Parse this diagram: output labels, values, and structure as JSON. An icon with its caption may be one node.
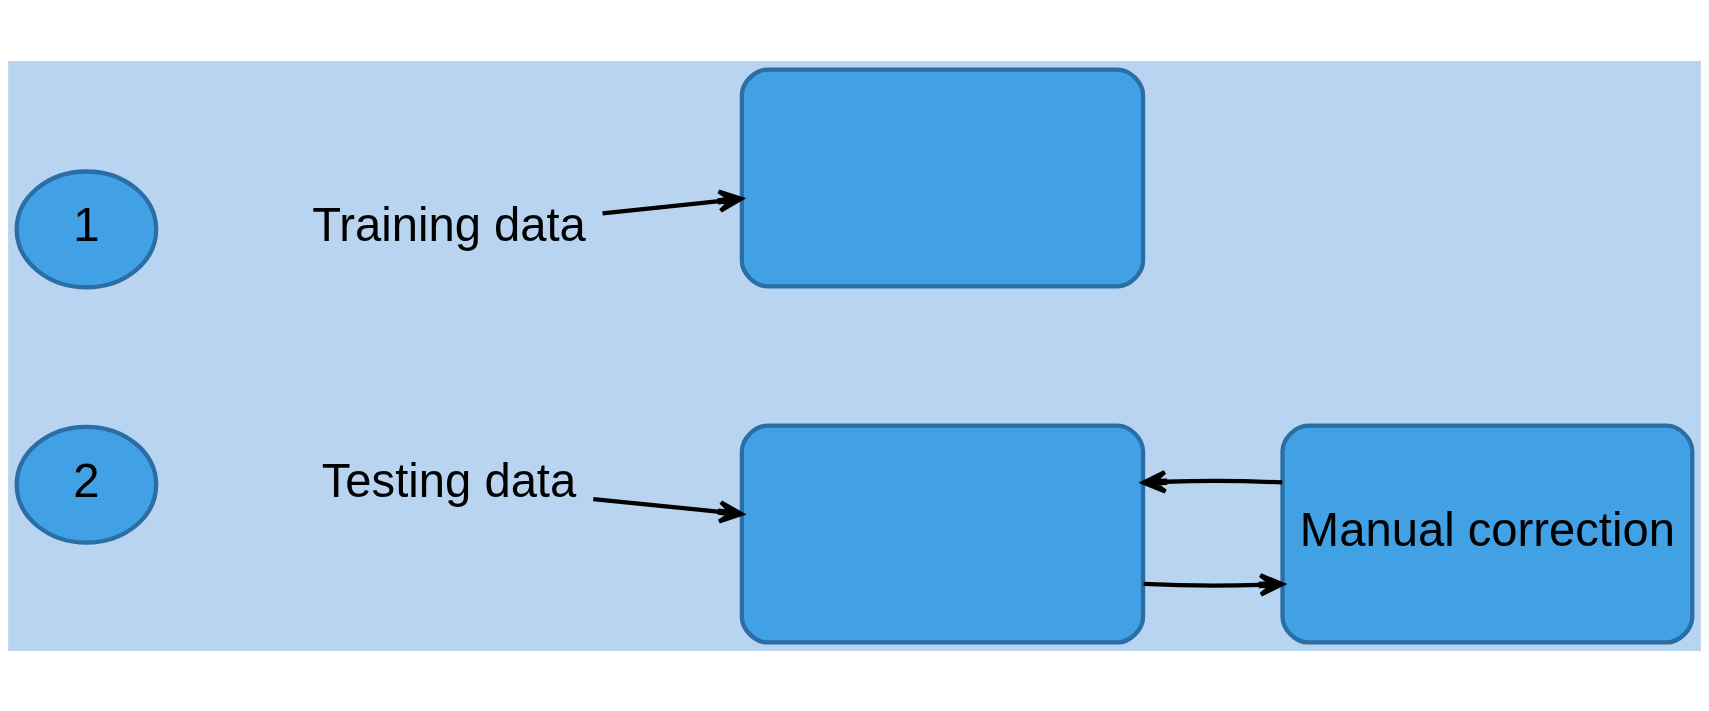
{
  "diagram": {
    "nodes": [
      {
        "text": [
          "1"
        ]
      },
      {
        "text": [
          "Training data"
        ]
      },
      {
        "text": [],
        "shape": "box"
      },
      {
        "text": [
          "2"
        ]
      },
      {
        "text": [
          "Testing data"
        ]
      },
      {
        "text": [],
        "shape": "box"
      },
      {
        "text": [
          "Manual correction"
        ]
      }
    ],
    "edges": [
      {
        "from": 1,
        "to": 2,
        "arrow": "to"
      },
      {
        "from": 4,
        "to": 5,
        "arrow": "to"
      },
      {
        "from": 5,
        "to": 6,
        "arrow": "to"
      },
      {
        "from": 6,
        "to": 5,
        "arrow": "to"
      }
    ]
  }
}
